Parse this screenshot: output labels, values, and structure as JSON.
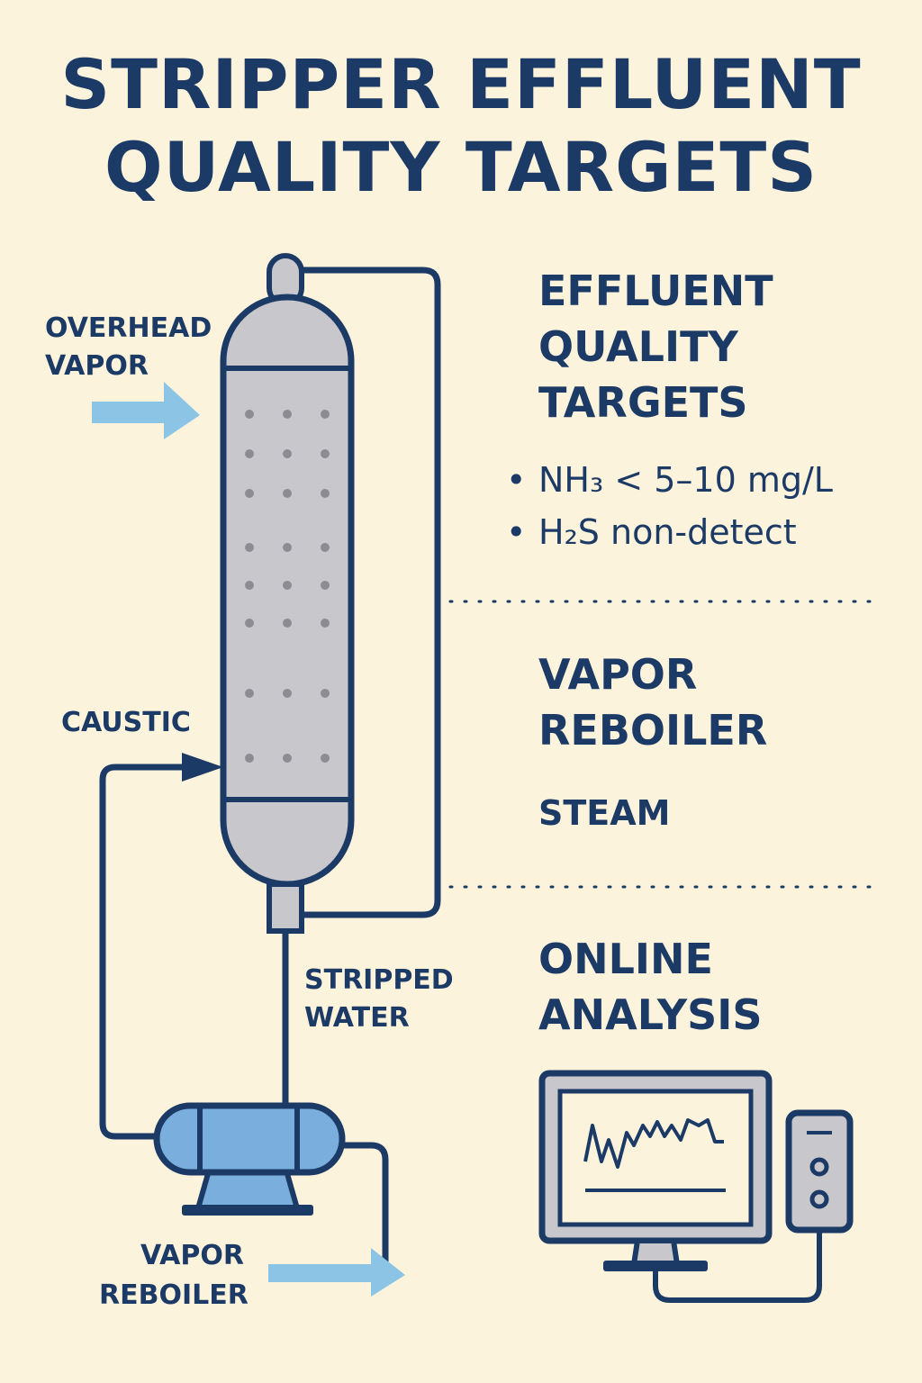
{
  "title_line1": "STRIPPER EFFLUENT",
  "title_line2": "QUALITY TARGETS",
  "diagram": {
    "overhead_vapor_line1": "OVERHEAD",
    "overhead_vapor_line2": "VAPOR",
    "caustic": "CAUSTIC",
    "stripped_water_line1": "STRIPPED",
    "stripped_water_line2": "WATER",
    "reboiler_line1": "VAPOR",
    "reboiler_line2": "REBOILER"
  },
  "panel_targets": {
    "heading_line1": "EFFLUENT",
    "heading_line2": "QUALITY",
    "heading_line3": "TARGETS",
    "bullets": [
      "NH₃ < 5–10 mg/L",
      "H₂S non-detect"
    ]
  },
  "panel_reboiler": {
    "heading_line1": "VAPOR",
    "heading_line2": "REBOILER",
    "sub": "STEAM"
  },
  "panel_analysis": {
    "heading_line1": "ONLINE",
    "heading_line2": "ANALYSIS"
  },
  "colors": {
    "background": "#fcf3dc",
    "navy": "#1c3a66",
    "column_fill": "#c8c8cc",
    "reboiler_fill": "#7aaedc",
    "arrow_blue": "#8cc4e6"
  }
}
